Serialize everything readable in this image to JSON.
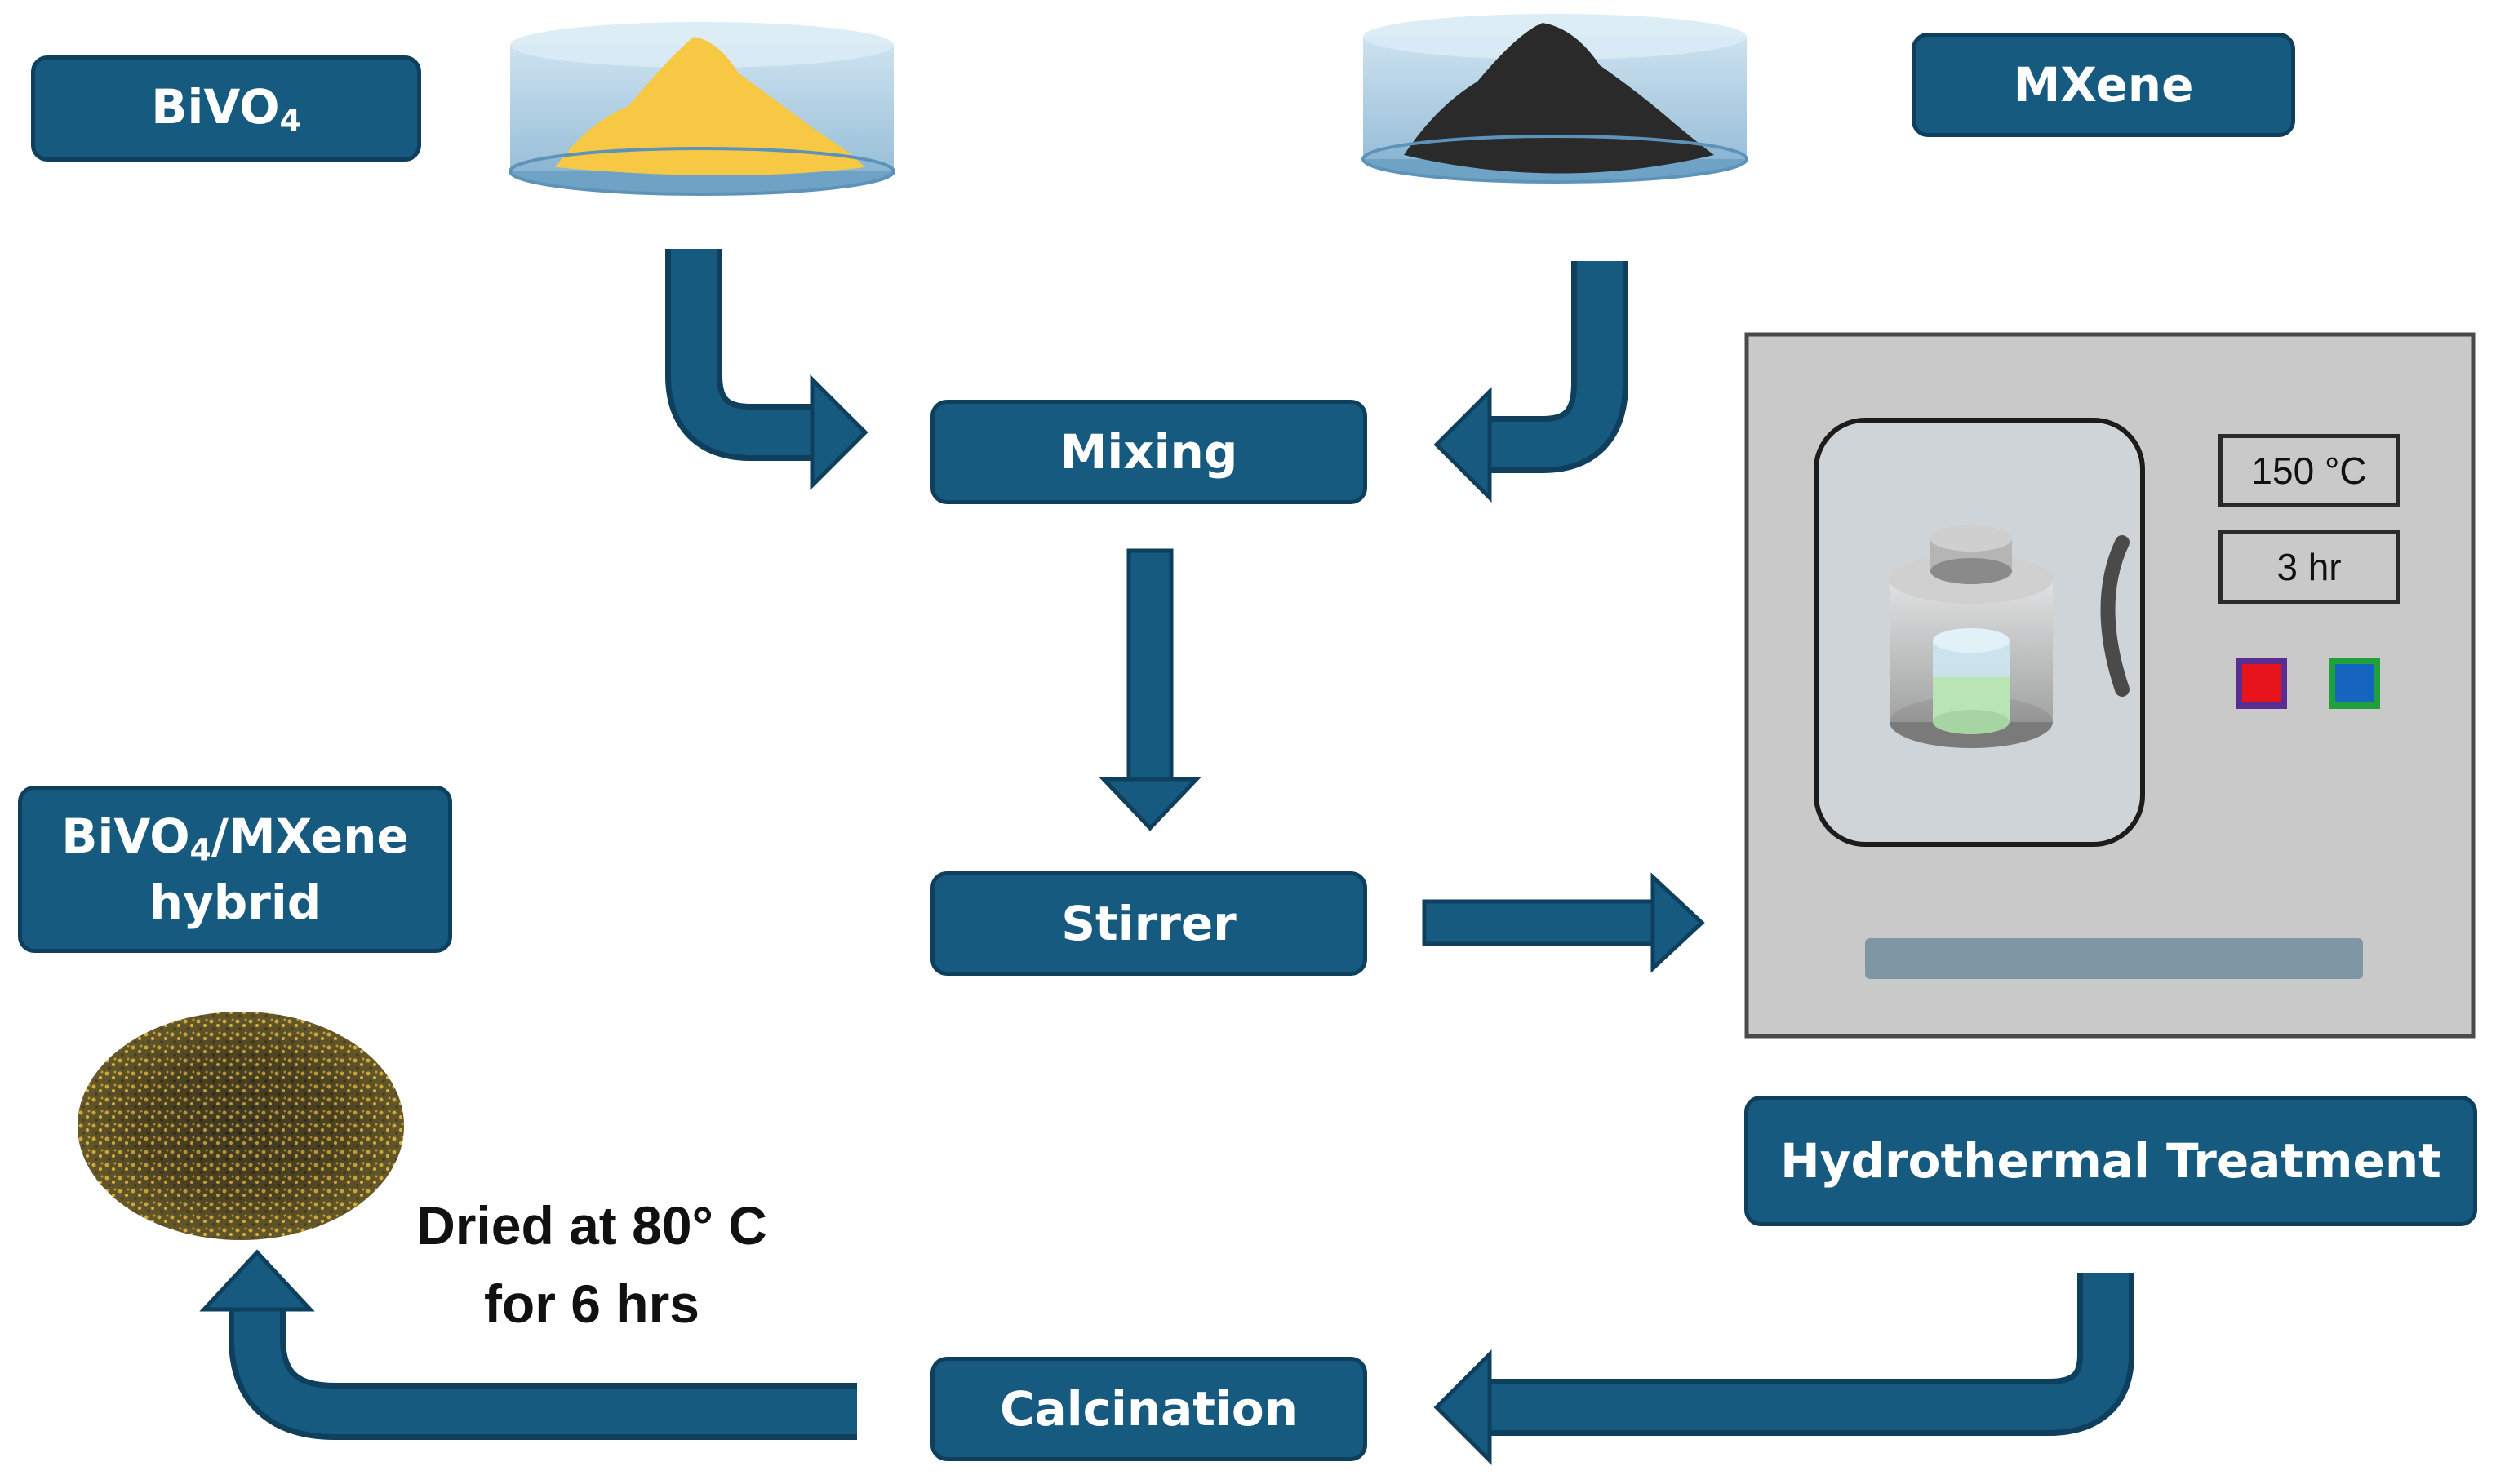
{
  "nodes": {
    "bivo4": {
      "main": "BiVO",
      "sub": "4"
    },
    "mxene": "MXene",
    "mixing": "Mixing",
    "stirrer": "Stirrer",
    "hydrothermal": "Hydrothermal Treatment",
    "calcination": "Calcination",
    "hybrid": {
      "part1": "BiVO",
      "sub": "4",
      "part2": "/MXene",
      "line2": "hybrid"
    }
  },
  "autoclave": {
    "temperature": "150 °C",
    "time": "3 hr"
  },
  "drying": {
    "line1": "Dried at 80° C",
    "line2": "for 6 hrs"
  },
  "colors": {
    "box_fill": "#175a80",
    "box_border": "#0e3f5c",
    "arrow": "#175a80",
    "bivo4_powder": "#f7c843",
    "mxene_powder": "#2a2a2a",
    "dish": "#9cc3da",
    "oven": "#c9c9c9",
    "indicator_red": "#e8141b",
    "indicator_blue": "#1565c0"
  }
}
